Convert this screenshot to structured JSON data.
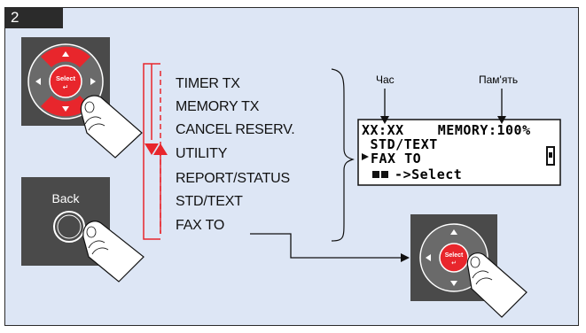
{
  "step": {
    "number": "2"
  },
  "select_key": {
    "label": "Select"
  },
  "back_key": {
    "label": "Back"
  },
  "menu": {
    "items": [
      "TIMER TX",
      "MEMORY TX",
      "CANCEL RESERV.",
      "UTILITY",
      "REPORT/STATUS",
      "STD/TEXT",
      "FAX TO"
    ]
  },
  "display": {
    "time_label": "Час",
    "memory_label": "Пам'ять",
    "lines": [
      "XX:XX    MEMORY:100%",
      " STD/TEXT",
      "FAX TO",
      "  ->Select"
    ]
  },
  "colors": {
    "panel": "#dde6f5",
    "key_red": "#e8262c",
    "key_body": "#4a4a4a"
  }
}
